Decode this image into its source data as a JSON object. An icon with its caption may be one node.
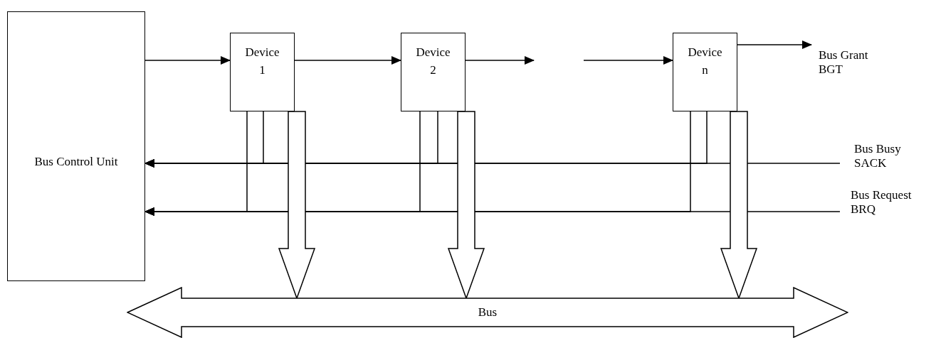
{
  "diagram": {
    "nodes": [
      {
        "text": [
          "Bus Control Unit"
        ]
      },
      {
        "text": [
          "Device 1"
        ]
      },
      {
        "text": [
          "Device 2"
        ]
      },
      {
        "text": [
          "Device n"
        ]
      },
      {
        "text": [
          "Bus Grant BGT"
        ]
      },
      {
        "text": [
          "Bus Busy SACK"
        ]
      },
      {
        "text": [
          "Bus Request BRQ"
        ]
      },
      {
        "text": [
          "Bus"
        ]
      }
    ],
    "edges": [
      {
        "from": 0,
        "to": 1,
        "arrow": "to"
      },
      {
        "from": 1,
        "to": 2,
        "arrow": "to"
      },
      {
        "from": 2,
        "to": null,
        "arrow": "to"
      },
      {
        "from": null,
        "to": 3,
        "arrow": "to"
      },
      {
        "from": 3,
        "to": 4,
        "arrow": "to"
      },
      {
        "from": 5,
        "to": 0,
        "arrow": "to"
      },
      {
        "from": 1,
        "to": 0,
        "arrow": "to"
      },
      {
        "from": 2,
        "to": 0,
        "arrow": "to"
      },
      {
        "from": 3,
        "to": 0,
        "arrow": "to"
      },
      {
        "from": 6,
        "to": 0,
        "arrow": "to"
      },
      {
        "from": 1,
        "to": 0,
        "arrow": "to"
      },
      {
        "from": 2,
        "to": 0,
        "arrow": "to"
      },
      {
        "from": 3,
        "to": 0,
        "arrow": "to"
      },
      {
        "from": 1,
        "to": 7,
        "arrow": "to",
        "style": "thick"
      },
      {
        "from": 2,
        "to": 7,
        "arrow": "to",
        "style": "thick"
      },
      {
        "from": 3,
        "to": 7,
        "arrow": "to",
        "style": "thick"
      }
    ]
  }
}
